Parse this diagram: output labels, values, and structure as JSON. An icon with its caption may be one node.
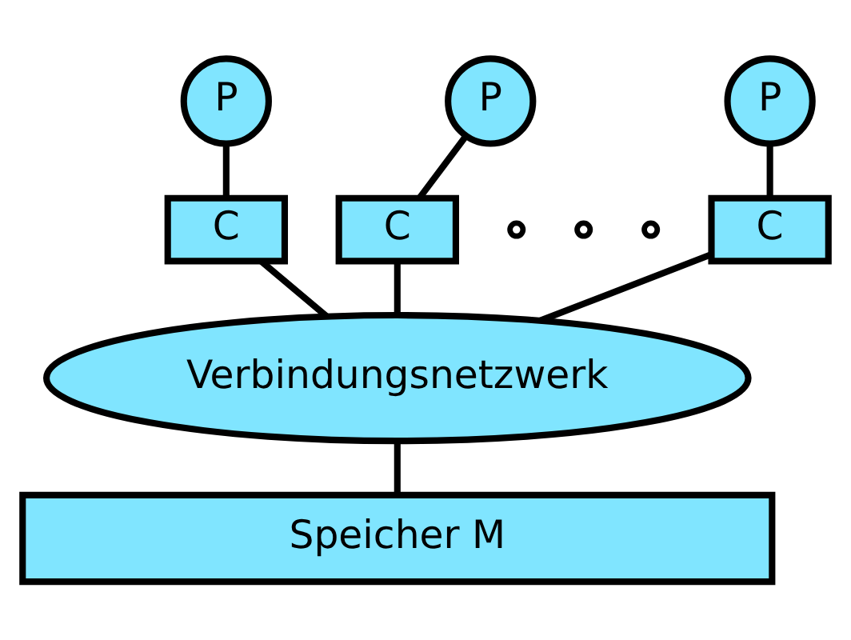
{
  "diagram": {
    "nodes": [
      {
        "text": [
          "P"
        ]
      },
      {
        "text": [
          "P"
        ]
      },
      {
        "text": [
          "P"
        ]
      },
      {
        "text": [
          "C"
        ]
      },
      {
        "text": [
          "C"
        ]
      },
      {
        "text": [
          "C"
        ]
      },
      {
        "text": [
          "Verbindungsnetzwerk"
        ]
      },
      {
        "text": [
          "Speicher M"
        ]
      }
    ],
    "edges": [
      {
        "from": 0,
        "to": 3,
        "arrow": "none"
      },
      {
        "from": 1,
        "to": 4,
        "arrow": "none"
      },
      {
        "from": 2,
        "to": 5,
        "arrow": "none"
      },
      {
        "from": 3,
        "to": 6,
        "arrow": "none"
      },
      {
        "from": 4,
        "to": 6,
        "arrow": "none"
      },
      {
        "from": 5,
        "to": 6,
        "arrow": "none"
      },
      {
        "from": 6,
        "to": 7,
        "arrow": "none"
      }
    ]
  }
}
